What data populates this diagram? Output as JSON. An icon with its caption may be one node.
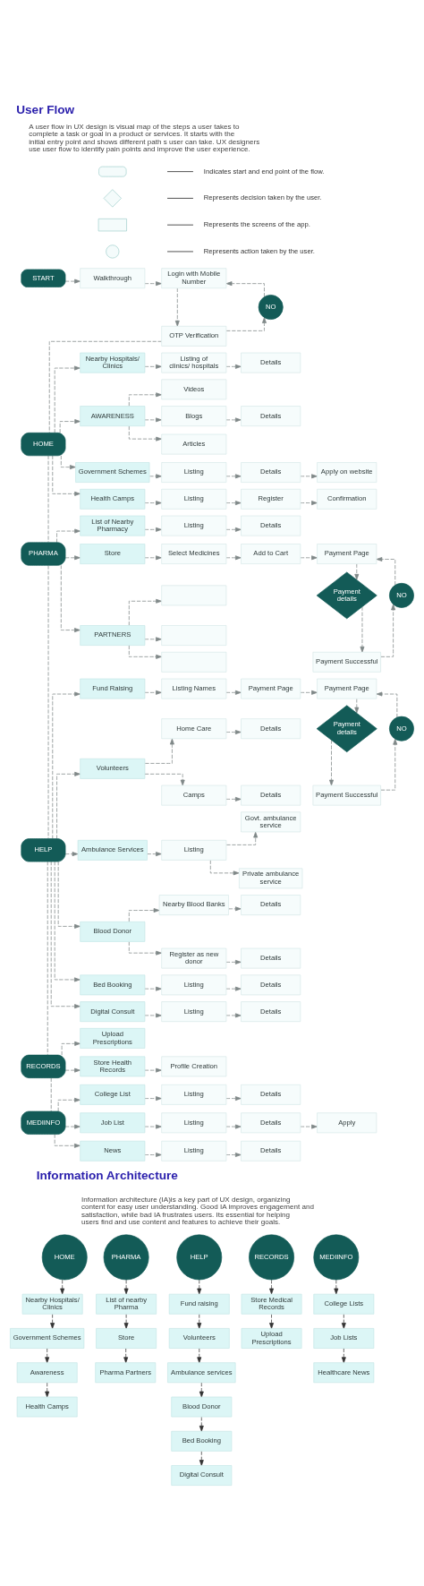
{
  "diagram": {
    "title": "User Flow",
    "nodes": [
      {
        "text": [
          "START"
        ]
      },
      {
        "text": [
          "Walkthrough"
        ]
      },
      {
        "text": [
          "Login with Mobile Number"
        ]
      },
      {
        "text": [
          "NO"
        ]
      },
      {
        "text": [
          "OTP Verification"
        ]
      },
      {
        "text": [
          "HOME"
        ]
      },
      {
        "text": [
          "Nearby Hospitals/ Clinics"
        ]
      },
      {
        "text": [
          "Listing of clinics/ hospitals"
        ]
      },
      {
        "text": [
          "Details"
        ]
      },
      {
        "text": [
          "AWARENESS"
        ]
      },
      {
        "text": [
          "Videos"
        ]
      },
      {
        "text": [
          "Blogs"
        ]
      },
      {
        "text": [
          "Details"
        ]
      },
      {
        "text": [
          "Articles"
        ]
      },
      {
        "text": [
          "Government Schemes"
        ]
      },
      {
        "text": [
          "Listing"
        ]
      },
      {
        "text": [
          "Details"
        ]
      },
      {
        "text": [
          "Apply on website"
        ]
      },
      {
        "text": [
          "Health Camps"
        ]
      },
      {
        "text": [
          "Listing"
        ]
      },
      {
        "text": [
          "Register"
        ]
      },
      {
        "text": [
          "Confirmation"
        ]
      },
      {
        "text": [
          "PHARMA"
        ]
      },
      {
        "text": [
          "List of Nearby Pharmacy"
        ]
      },
      {
        "text": [
          "Listing"
        ]
      },
      {
        "text": [
          "Details"
        ]
      },
      {
        "text": [
          "Store"
        ]
      },
      {
        "text": [
          "Select Medicines"
        ]
      },
      {
        "text": [
          "Add to Cart"
        ]
      },
      {
        "text": [
          "Payment Page"
        ]
      },
      {
        "text": [
          "Payment details"
        ]
      },
      {
        "text": [
          "NO"
        ]
      },
      {
        "text": [
          "Payment Successful"
        ]
      },
      {
        "text": [
          "PARTNERS"
        ]
      },
      {
        "text": [],
        "shape": "box"
      },
      {
        "text": [],
        "shape": "box"
      },
      {
        "text": [],
        "shape": "box"
      },
      {
        "text": [
          "HELP"
        ]
      },
      {
        "text": [
          "Fund Raising"
        ]
      },
      {
        "text": [
          "Listing Names"
        ]
      },
      {
        "text": [
          "Payment Page"
        ]
      },
      {
        "text": [
          "Payment Page"
        ]
      },
      {
        "text": [
          "Payment details"
        ]
      },
      {
        "text": [
          "NO"
        ]
      },
      {
        "text": [
          "Payment Successful"
        ]
      },
      {
        "text": [
          "Volunteers"
        ]
      },
      {
        "text": [
          "Home Care"
        ]
      },
      {
        "text": [
          "Details"
        ]
      },
      {
        "text": [
          "Camps"
        ]
      },
      {
        "text": [
          "Details"
        ]
      },
      {
        "text": [
          "Ambulance Services"
        ]
      },
      {
        "text": [
          "Listing"
        ]
      },
      {
        "text": [
          "Govt. ambulance service"
        ]
      },
      {
        "text": [
          "Private ambulance service"
        ]
      },
      {
        "text": [
          "Blood Donor"
        ]
      },
      {
        "text": [
          "Nearby Blood Banks"
        ]
      },
      {
        "text": [
          "Details"
        ]
      },
      {
        "text": [
          "Register as new donor"
        ]
      },
      {
        "text": [
          "Details"
        ]
      },
      {
        "text": [
          "Bed Booking"
        ]
      },
      {
        "text": [
          "Listing"
        ]
      },
      {
        "text": [
          "Details"
        ]
      },
      {
        "text": [
          "Digital Consult"
        ]
      },
      {
        "text": [
          "Listing"
        ]
      },
      {
        "text": [
          "Details"
        ]
      },
      {
        "text": [
          "RECORDS"
        ]
      },
      {
        "text": [
          "Upload Prescriptions"
        ]
      },
      {
        "text": [
          "Store Health Records"
        ]
      },
      {
        "text": [
          "Profile Creation"
        ]
      },
      {
        "text": [
          "MEDIINFO"
        ]
      },
      {
        "text": [
          "College List"
        ]
      },
      {
        "text": [
          "Listing"
        ]
      },
      {
        "text": [
          "Details"
        ]
      },
      {
        "text": [
          "Job List"
        ]
      },
      {
        "text": [
          "Listing"
        ]
      },
      {
        "text": [
          "Details"
        ]
      },
      {
        "text": [
          "Apply"
        ]
      },
      {
        "text": [
          "News"
        ]
      },
      {
        "text": [
          "Listing"
        ]
      },
      {
        "text": [
          "Details"
        ]
      },
      {
        "text": [
          "HOME"
        ]
      },
      {
        "text": [
          "Nearby Hospitals/ Clinics"
        ]
      },
      {
        "text": [
          "Government Schemes"
        ]
      },
      {
        "text": [
          "Awareness"
        ]
      },
      {
        "text": [
          "Health Camps"
        ]
      },
      {
        "text": [
          "PHARMA"
        ]
      },
      {
        "text": [
          "List of nearby Pharma"
        ]
      },
      {
        "text": [
          "Store"
        ]
      },
      {
        "text": [
          "Pharma Partners"
        ]
      },
      {
        "text": [
          "HELP"
        ]
      },
      {
        "text": [
          "Fund raising"
        ]
      },
      {
        "text": [
          "Volunteers"
        ]
      },
      {
        "text": [
          "Ambulance services"
        ]
      },
      {
        "text": [
          "Blood Donor"
        ]
      },
      {
        "text": [
          "Bed Booking"
        ]
      },
      {
        "text": [
          "Digital Consult"
        ]
      },
      {
        "text": [
          "RECORDS"
        ]
      },
      {
        "text": [
          "Store Medical Records"
        ]
      },
      {
        "text": [
          "Upload Prescriptions"
        ]
      },
      {
        "text": [
          "MEDIINFO"
        ]
      },
      {
        "text": [
          "College Lists"
        ]
      },
      {
        "text": [
          "Job Lists"
        ]
      },
      {
        "text": [
          "Healthcare News"
        ]
      }
    ],
    "edges": [
      {
        "from": 0,
        "to": 1,
        "arrow": "to",
        "style": "dashed"
      },
      {
        "from": 1,
        "to": 2,
        "arrow": "to",
        "style": "dashed"
      },
      {
        "from": 2,
        "to": 4,
        "arrow": "to",
        "style": "dashed"
      },
      {
        "from": 4,
        "to": 3,
        "arrow": "to",
        "style": "dashed"
      },
      {
        "from": 3,
        "to": 2,
        "arrow": "to",
        "style": "dashed"
      },
      {
        "from": 4,
        "to": 5,
        "arrow": "none",
        "style": "dashed"
      },
      {
        "from": 5,
        "to": 22,
        "arrow": "none",
        "style": "dashed"
      },
      {
        "from": 22,
        "to": 37,
        "arrow": "none",
        "style": "dashed"
      },
      {
        "from": 37,
        "to": 65,
        "arrow": "none",
        "style": "dashed"
      },
      {
        "from": 65,
        "to": 69,
        "arrow": "none",
        "style": "dashed"
      },
      {
        "from": 5,
        "to": 6,
        "arrow": "to",
        "style": "dashed"
      },
      {
        "from": 6,
        "to": 7,
        "arrow": "to",
        "style": "dashed"
      },
      {
        "from": 7,
        "to": 8,
        "arrow": "to",
        "style": "dashed"
      },
      {
        "from": 5,
        "to": 9,
        "arrow": "to",
        "style": "dashed"
      },
      {
        "from": 9,
        "to": 10,
        "arrow": "to",
        "style": "dashed"
      },
      {
        "from": 9,
        "to": 11,
        "arrow": "to",
        "style": "dashed"
      },
      {
        "from": 11,
        "to": 12,
        "arrow": "to",
        "style": "dashed"
      },
      {
        "from": 9,
        "to": 13,
        "arrow": "to",
        "style": "dashed"
      },
      {
        "from": 5,
        "to": 14,
        "arrow": "to",
        "style": "dashed"
      },
      {
        "from": 14,
        "to": 15,
        "arrow": "to",
        "style": "dashed"
      },
      {
        "from": 15,
        "to": 16,
        "arrow": "to",
        "style": "dashed"
      },
      {
        "from": 16,
        "to": 17,
        "arrow": "to",
        "style": "dashed"
      },
      {
        "from": 5,
        "to": 18,
        "arrow": "to",
        "style": "dashed"
      },
      {
        "from": 18,
        "to": 19,
        "arrow": "to",
        "style": "dashed"
      },
      {
        "from": 19,
        "to": 20,
        "arrow": "to",
        "style": "dashed"
      },
      {
        "from": 20,
        "to": 21,
        "arrow": "to",
        "style": "dashed"
      },
      {
        "from": 22,
        "to": 23,
        "arrow": "to",
        "style": "dashed"
      },
      {
        "from": 23,
        "to": 24,
        "arrow": "to",
        "style": "dashed"
      },
      {
        "from": 24,
        "to": 25,
        "arrow": "to",
        "style": "dashed"
      },
      {
        "from": 22,
        "to": 26,
        "arrow": "to",
        "style": "dashed"
      },
      {
        "from": 26,
        "to": 27,
        "arrow": "to",
        "style": "dashed"
      },
      {
        "from": 27,
        "to": 28,
        "arrow": "to",
        "style": "dashed"
      },
      {
        "from": 28,
        "to": 29,
        "arrow": "to",
        "style": "dashed"
      },
      {
        "from": 29,
        "to": 30,
        "arrow": "to",
        "style": "dashed"
      },
      {
        "from": 30,
        "to": 32,
        "arrow": "to",
        "style": "dashed"
      },
      {
        "from": 32,
        "to": 31,
        "arrow": "to",
        "style": "dashed"
      },
      {
        "from": 31,
        "to": 29,
        "arrow": "to",
        "style": "dashed"
      },
      {
        "from": 22,
        "to": 33,
        "arrow": "to",
        "style": "dashed"
      },
      {
        "from": 33,
        "to": 34,
        "arrow": "to",
        "style": "dashed"
      },
      {
        "from": 33,
        "to": 35,
        "arrow": "to",
        "style": "dashed"
      },
      {
        "from": 33,
        "to": 36,
        "arrow": "to",
        "style": "dashed"
      },
      {
        "from": 37,
        "to": 38,
        "arrow": "to",
        "style": "dashed"
      },
      {
        "from": 38,
        "to": 39,
        "arrow": "to",
        "style": "dashed"
      },
      {
        "from": 39,
        "to": 40,
        "arrow": "to",
        "style": "dashed"
      },
      {
        "from": 40,
        "to": 41,
        "arrow": "to",
        "style": "dashed"
      },
      {
        "from": 41,
        "to": 42,
        "arrow": "to",
        "style": "dashed"
      },
      {
        "from": 42,
        "to": 44,
        "arrow": "to",
        "style": "dashed"
      },
      {
        "from": 44,
        "to": 43,
        "arrow": "to",
        "style": "dashed"
      },
      {
        "from": 43,
        "to": 41,
        "arrow": "to",
        "style": "dashed"
      },
      {
        "from": 37,
        "to": 45,
        "arrow": "to",
        "style": "dashed"
      },
      {
        "from": 45,
        "to": 46,
        "arrow": "to",
        "style": "dashed"
      },
      {
        "from": 46,
        "to": 47,
        "arrow": "to",
        "style": "dashed"
      },
      {
        "from": 45,
        "to": 48,
        "arrow": "to",
        "style": "dashed"
      },
      {
        "from": 48,
        "to": 49,
        "arrow": "to",
        "style": "dashed"
      },
      {
        "from": 37,
        "to": 50,
        "arrow": "to",
        "style": "dashed"
      },
      {
        "from": 50,
        "to": 51,
        "arrow": "to",
        "style": "dashed"
      },
      {
        "from": 51,
        "to": 52,
        "arrow": "to",
        "style": "dashed"
      },
      {
        "from": 51,
        "to": 53,
        "arrow": "to",
        "style": "dashed"
      },
      {
        "from": 37,
        "to": 54,
        "arrow": "to",
        "style": "dashed"
      },
      {
        "from": 54,
        "to": 55,
        "arrow": "to",
        "style": "dashed"
      },
      {
        "from": 55,
        "to": 56,
        "arrow": "to",
        "style": "dashed"
      },
      {
        "from": 54,
        "to": 57,
        "arrow": "to",
        "style": "dashed"
      },
      {
        "from": 57,
        "to": 58,
        "arrow": "to",
        "style": "dashed"
      },
      {
        "from": 37,
        "to": 59,
        "arrow": "to",
        "style": "dashed"
      },
      {
        "from": 59,
        "to": 60,
        "arrow": "to",
        "style": "dashed"
      },
      {
        "from": 60,
        "to": 61,
        "arrow": "to",
        "style": "dashed"
      },
      {
        "from": 37,
        "to": 62,
        "arrow": "to",
        "style": "dashed"
      },
      {
        "from": 62,
        "to": 63,
        "arrow": "to",
        "style": "dashed"
      },
      {
        "from": 63,
        "to": 64,
        "arrow": "to",
        "style": "dashed"
      },
      {
        "from": 65,
        "to": 66,
        "arrow": "to",
        "style": "dashed"
      },
      {
        "from": 65,
        "to": 67,
        "arrow": "to",
        "style": "dashed"
      },
      {
        "from": 67,
        "to": 68,
        "arrow": "to",
        "style": "dashed"
      },
      {
        "from": 69,
        "to": 70,
        "arrow": "to",
        "style": "dashed"
      },
      {
        "from": 70,
        "to": 71,
        "arrow": "to",
        "style": "dashed"
      },
      {
        "from": 71,
        "to": 72,
        "arrow": "to",
        "style": "dashed"
      },
      {
        "from": 69,
        "to": 73,
        "arrow": "to",
        "style": "dashed"
      },
      {
        "from": 73,
        "to": 74,
        "arrow": "to",
        "style": "dashed"
      },
      {
        "from": 74,
        "to": 75,
        "arrow": "to",
        "style": "dashed"
      },
      {
        "from": 75,
        "to": 76,
        "arrow": "to",
        "style": "dashed"
      },
      {
        "from": 69,
        "to": 77,
        "arrow": "to",
        "style": "dashed"
      },
      {
        "from": 77,
        "to": 78,
        "arrow": "to",
        "style": "dashed"
      },
      {
        "from": 78,
        "to": 79,
        "arrow": "to",
        "style": "dashed"
      },
      {
        "from": 80,
        "to": 81,
        "arrow": "to",
        "style": "dashed",
        "color": "#333333"
      },
      {
        "from": 81,
        "to": 82,
        "arrow": "to",
        "style": "dashed",
        "color": "#333333"
      },
      {
        "from": 82,
        "to": 83,
        "arrow": "to",
        "style": "dashed",
        "color": "#333333"
      },
      {
        "from": 83,
        "to": 84,
        "arrow": "to",
        "style": "dashed",
        "color": "#333333"
      },
      {
        "from": 85,
        "to": 86,
        "arrow": "to",
        "style": "dashed",
        "color": "#333333"
      },
      {
        "from": 86,
        "to": 87,
        "arrow": "to",
        "style": "dashed",
        "color": "#333333"
      },
      {
        "from": 87,
        "to": 88,
        "arrow": "to",
        "style": "dashed",
        "color": "#333333"
      },
      {
        "from": 89,
        "to": 90,
        "arrow": "to",
        "style": "dashed",
        "color": "#333333"
      },
      {
        "from": 90,
        "to": 91,
        "arrow": "to",
        "style": "dashed",
        "color": "#333333"
      },
      {
        "from": 91,
        "to": 92,
        "arrow": "to",
        "style": "dashed",
        "color": "#333333"
      },
      {
        "from": 92,
        "to": 93,
        "arrow": "to",
        "style": "dashed",
        "color": "#333333"
      },
      {
        "from": 93,
        "to": 94,
        "arrow": "to",
        "style": "dashed",
        "color": "#333333"
      },
      {
        "from": 94,
        "to": 95,
        "arrow": "to",
        "style": "dashed",
        "color": "#333333"
      },
      {
        "from": 96,
        "to": 97,
        "arrow": "to",
        "style": "dashed",
        "color": "#333333"
      },
      {
        "from": 97,
        "to": 98,
        "arrow": "to",
        "style": "dashed",
        "color": "#333333"
      },
      {
        "from": 99,
        "to": 100,
        "arrow": "to",
        "style": "dashed",
        "color": "#333333"
      },
      {
        "from": 100,
        "to": 101,
        "arrow": "to",
        "style": "dashed",
        "color": "#333333"
      },
      {
        "from": 101,
        "to": 102,
        "arrow": "to",
        "style": "dashed",
        "color": "#333333"
      }
    ],
    "labels": [
      "A user flow in UX design is visual map of the steps a user takes to complete a task or goal in a product or services. It starts with the initial entry point and shows different path s user can take. UX designers use user flow to identify pain points and improve the user experience.",
      "Information Architecture",
      "Information architecture (IA)is a key part of UX design, organizing content for easy user understanding. Good IA improves engagement and satisfaction, while bad IA frustrates users. Its essential for helping users find and use content and features to achieve their goals."
    ],
    "legend": [
      {
        "text": "Indicates start and end point of the flow."
      },
      {
        "text": "Represents decision taken by the user."
      },
      {
        "text": "Represents the screens of the app."
      },
      {
        "text": "Represents action taken by the user."
      }
    ]
  }
}
